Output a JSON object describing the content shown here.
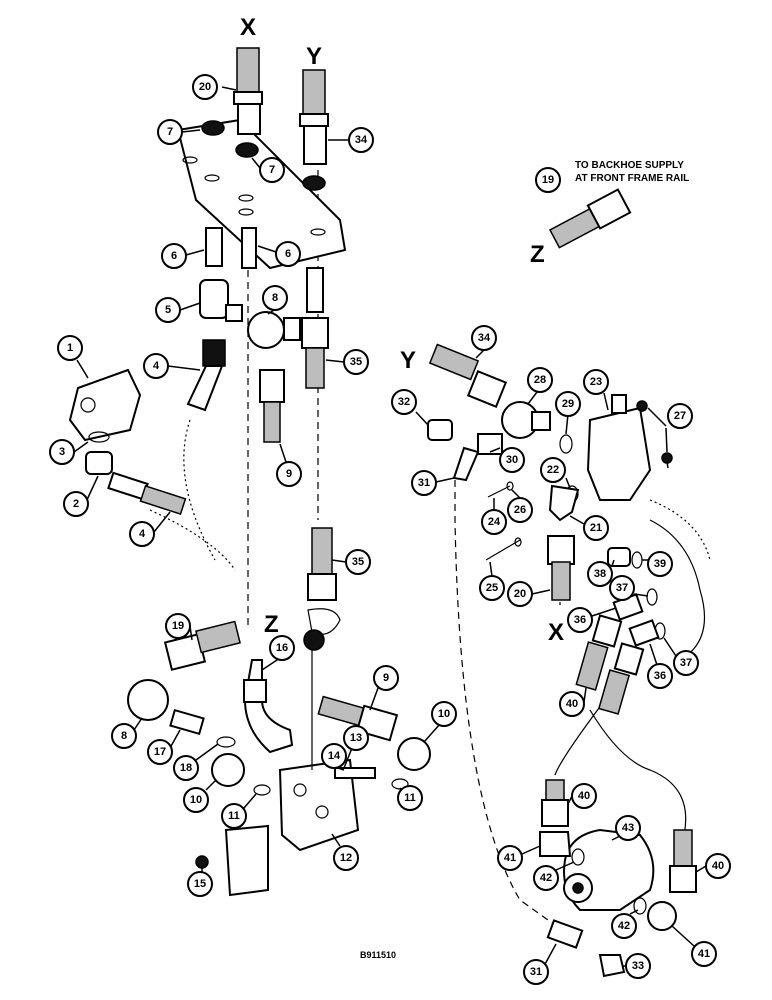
{
  "note": {
    "line1": "TO BACKHOE SUPPLY",
    "line2": "AT FRONT FRAME RAIL"
  },
  "figure_id": "B911510",
  "connection_letters": {
    "x_top": "X",
    "y_top": "Y",
    "z_right": "Z",
    "y_right": "Y",
    "x_right": "X",
    "z_lower": "Z"
  },
  "callouts": [
    "20",
    "7",
    "7",
    "34",
    "19",
    "6",
    "6",
    "5",
    "8",
    "1",
    "4",
    "35",
    "34",
    "28",
    "23",
    "27",
    "3",
    "9",
    "32",
    "29",
    "2",
    "31",
    "30",
    "22",
    "27",
    "4",
    "24",
    "26",
    "21",
    "35",
    "25",
    "20",
    "39",
    "38",
    "37",
    "19",
    "16",
    "36",
    "37",
    "36",
    "40",
    "9",
    "10",
    "8",
    "17",
    "13",
    "14",
    "18",
    "10",
    "11",
    "11",
    "12",
    "40",
    "43",
    "41",
    "42",
    "15",
    "40",
    "42",
    "41",
    "31",
    "33"
  ],
  "colors": {
    "ink": "#000000",
    "paper": "#ffffff"
  }
}
